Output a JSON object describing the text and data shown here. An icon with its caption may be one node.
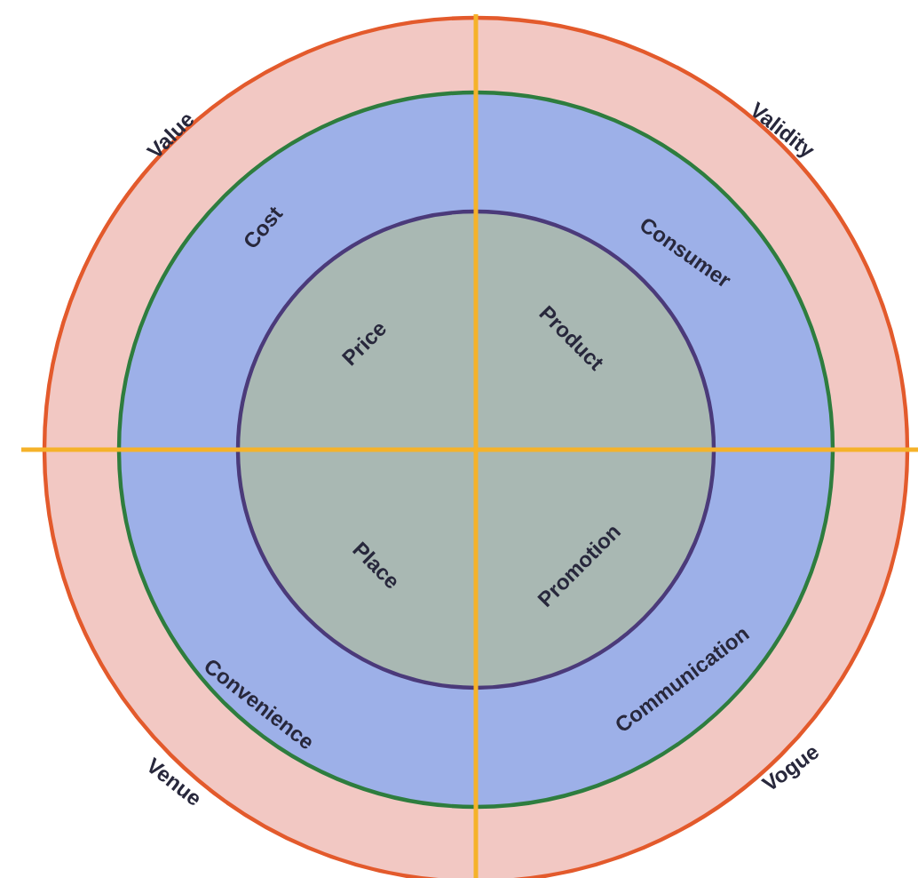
{
  "diagram": {
    "nodes": [
      {
        "text": [
          "Value",
          "Validity",
          "Venue",
          "Vogue"
        ]
      },
      {
        "text": [
          "Cost",
          "Consumer",
          "Convenience",
          "Communication"
        ],
        "in": 0
      },
      {
        "text": [
          "Price",
          "Product",
          "Place",
          "Promotion"
        ],
        "in": 1
      }
    ]
  }
}
